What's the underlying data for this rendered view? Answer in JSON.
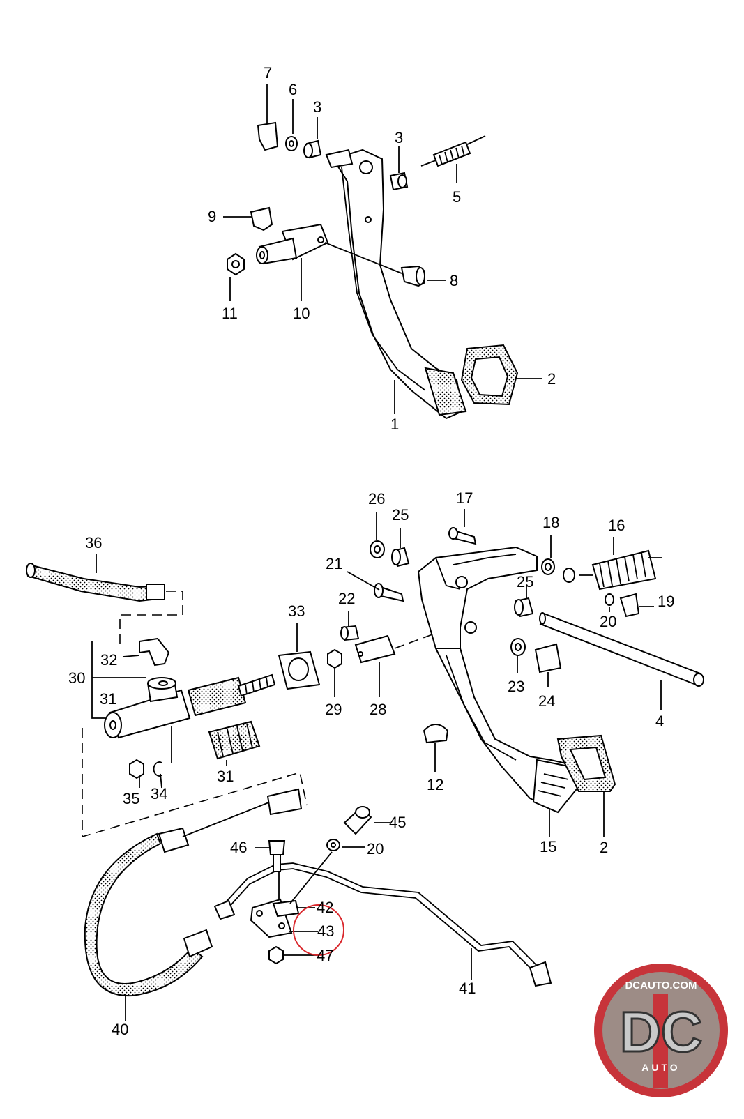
{
  "diagram": {
    "upper_assembly": {
      "callouts": {
        "c1": "1",
        "c2": "2",
        "c3a": "3",
        "c3b": "3",
        "c5": "5",
        "c6": "6",
        "c7": "7",
        "c8": "8",
        "c9": "9",
        "c10": "10",
        "c11": "11"
      }
    },
    "lower_assembly": {
      "callouts": {
        "c2": "2",
        "c4": "4",
        "c12": "12",
        "c15": "15",
        "c16": "16",
        "c17": "17",
        "c18": "18",
        "c19": "19",
        "c20a": "20",
        "c20b": "20",
        "c21": "21",
        "c22": "22",
        "c23": "23",
        "c24": "24",
        "c25a": "25",
        "c25b": "25",
        "c26": "26",
        "c28": "28",
        "c29": "29",
        "c30": "30",
        "c31a": "31",
        "c31b": "31",
        "c32": "32",
        "c33": "33",
        "c34": "34",
        "c35": "35",
        "c36": "36",
        "c40": "40",
        "c41": "41",
        "c42": "42",
        "c43": "43",
        "c45": "45",
        "c46": "46",
        "c47": "47"
      },
      "highlighted_part": "43",
      "highlight_color": "#d9262b"
    }
  },
  "logo": {
    "url_text": "DCAUTO.COM",
    "monogram": "DC",
    "subtext": "AUTO",
    "colors": {
      "ring": "#c7343a",
      "body": "#b8b8b8",
      "stripe": "#c7343a"
    }
  }
}
